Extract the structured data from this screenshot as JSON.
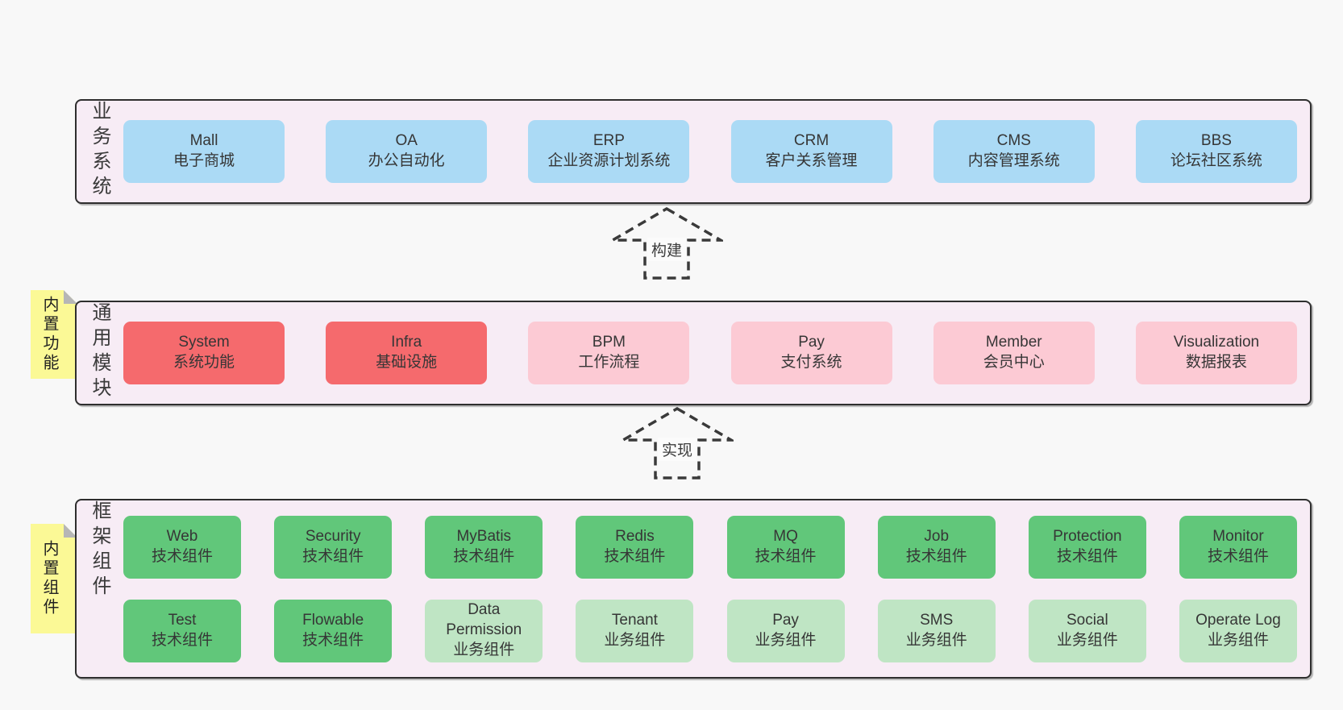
{
  "colors": {
    "pageBg": "#f8f8f8",
    "layerBg": "#f7ecf5",
    "layerBorder": "#2e2e2e",
    "text": "#363636",
    "blue": "#abdaf5",
    "red": "#f56a6d",
    "pink": "#fccad4",
    "green": "#61c77a",
    "lightGreen": "#bfe5c4",
    "noteYellow": "#fbf996",
    "noteFold": "#b6b6b6",
    "arrowStroke": "#3a3a3a"
  },
  "arrows": [
    {
      "label": "构建"
    },
    {
      "label": "实现"
    }
  ],
  "layers": [
    {
      "side_label": "业务系统",
      "rows": [
        [
          {
            "name": "Mall",
            "desc": "电子商城",
            "color": "blue"
          },
          {
            "name": "OA",
            "desc": "办公自动化",
            "color": "blue"
          },
          {
            "name": "ERP",
            "desc": "企业资源计划系统",
            "color": "blue"
          },
          {
            "name": "CRM",
            "desc": "客户关系管理",
            "color": "blue"
          },
          {
            "name": "CMS",
            "desc": "内容管理系统",
            "color": "blue"
          },
          {
            "name": "BBS",
            "desc": "论坛社区系统",
            "color": "blue"
          }
        ]
      ]
    },
    {
      "side_label": "通用模块",
      "note": "内置功能",
      "rows": [
        [
          {
            "name": "System",
            "desc": "系统功能",
            "color": "red"
          },
          {
            "name": "Infra",
            "desc": "基础设施",
            "color": "red"
          },
          {
            "name": "BPM",
            "desc": "工作流程",
            "color": "pink"
          },
          {
            "name": "Pay",
            "desc": "支付系统",
            "color": "pink"
          },
          {
            "name": "Member",
            "desc": "会员中心",
            "color": "pink"
          },
          {
            "name": "Visualization",
            "desc": "数据报表",
            "color": "pink"
          }
        ]
      ]
    },
    {
      "side_label": "框架组件",
      "note": "内置组件",
      "rows": [
        [
          {
            "name": "Web",
            "desc": "技术组件",
            "color": "green"
          },
          {
            "name": "Security",
            "desc": "技术组件",
            "color": "green"
          },
          {
            "name": "MyBatis",
            "desc": "技术组件",
            "color": "green"
          },
          {
            "name": "Redis",
            "desc": "技术组件",
            "color": "green"
          },
          {
            "name": "MQ",
            "desc": "技术组件",
            "color": "green"
          },
          {
            "name": "Job",
            "desc": "技术组件",
            "color": "green"
          },
          {
            "name": "Protection",
            "desc": "技术组件",
            "color": "green"
          },
          {
            "name": "Monitor",
            "desc": "技术组件",
            "color": "green"
          }
        ],
        [
          {
            "name": "Test",
            "desc": "技术组件",
            "color": "green"
          },
          {
            "name": "Flowable",
            "desc": "技术组件",
            "color": "green"
          },
          {
            "name": "Data Permission",
            "desc": "业务组件",
            "color": "lightGreen"
          },
          {
            "name": "Tenant",
            "desc": "业务组件",
            "color": "lightGreen"
          },
          {
            "name": "Pay",
            "desc": "业务组件",
            "color": "lightGreen"
          },
          {
            "name": "SMS",
            "desc": "业务组件",
            "color": "lightGreen"
          },
          {
            "name": "Social",
            "desc": "业务组件",
            "color": "lightGreen"
          },
          {
            "name": "Operate Log",
            "desc": "业务组件",
            "color": "lightGreen"
          }
        ]
      ]
    }
  ]
}
